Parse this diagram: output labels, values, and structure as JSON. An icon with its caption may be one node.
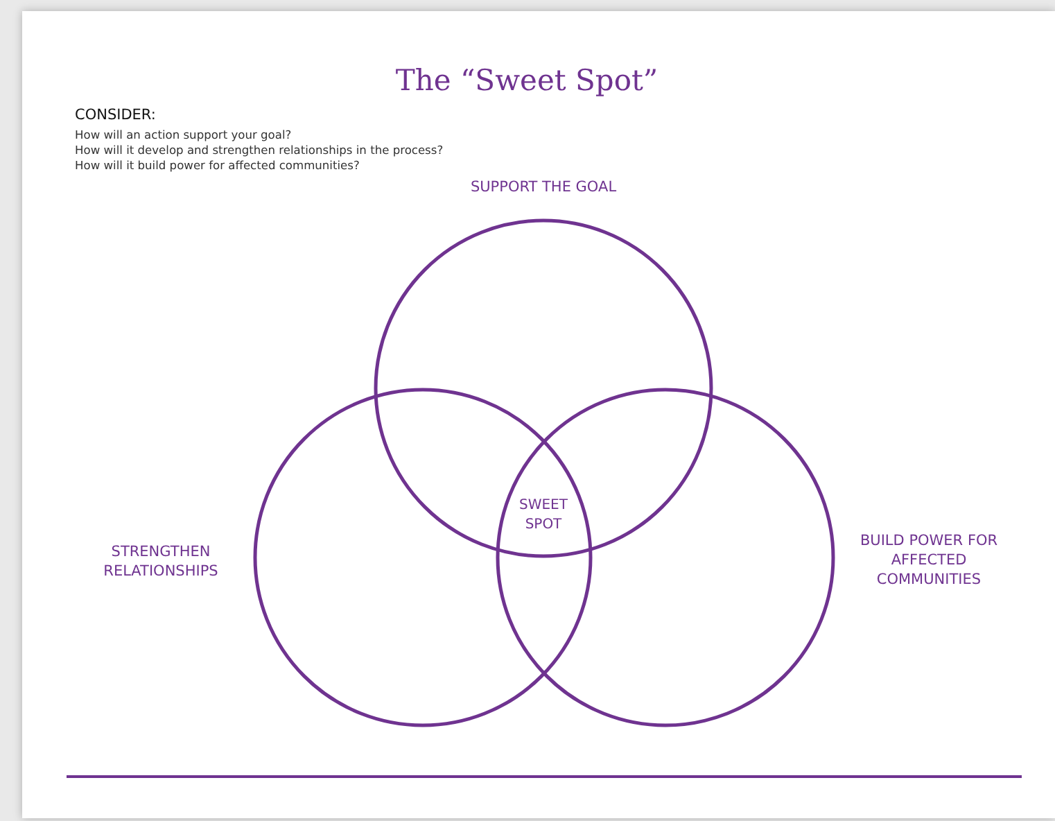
{
  "diagram": {
    "title": "The “Sweet Spot”",
    "nodes": [
      {
        "text": [
          "SUPPORT THE GOAL"
        ]
      },
      {
        "text": [
          "STRENGTHEN RELATIONSHIPS"
        ]
      },
      {
        "text": [
          "BUILD POWER FOR AFFECTED COMMUNITIES"
        ]
      }
    ],
    "edges": [],
    "labels": [
      "CONSIDER:",
      "How will an action support your goal?",
      "How will it develop and strengthen relationships in the process?",
      "How will it build power for affected communities?",
      "SWEET SPOT"
    ]
  }
}
